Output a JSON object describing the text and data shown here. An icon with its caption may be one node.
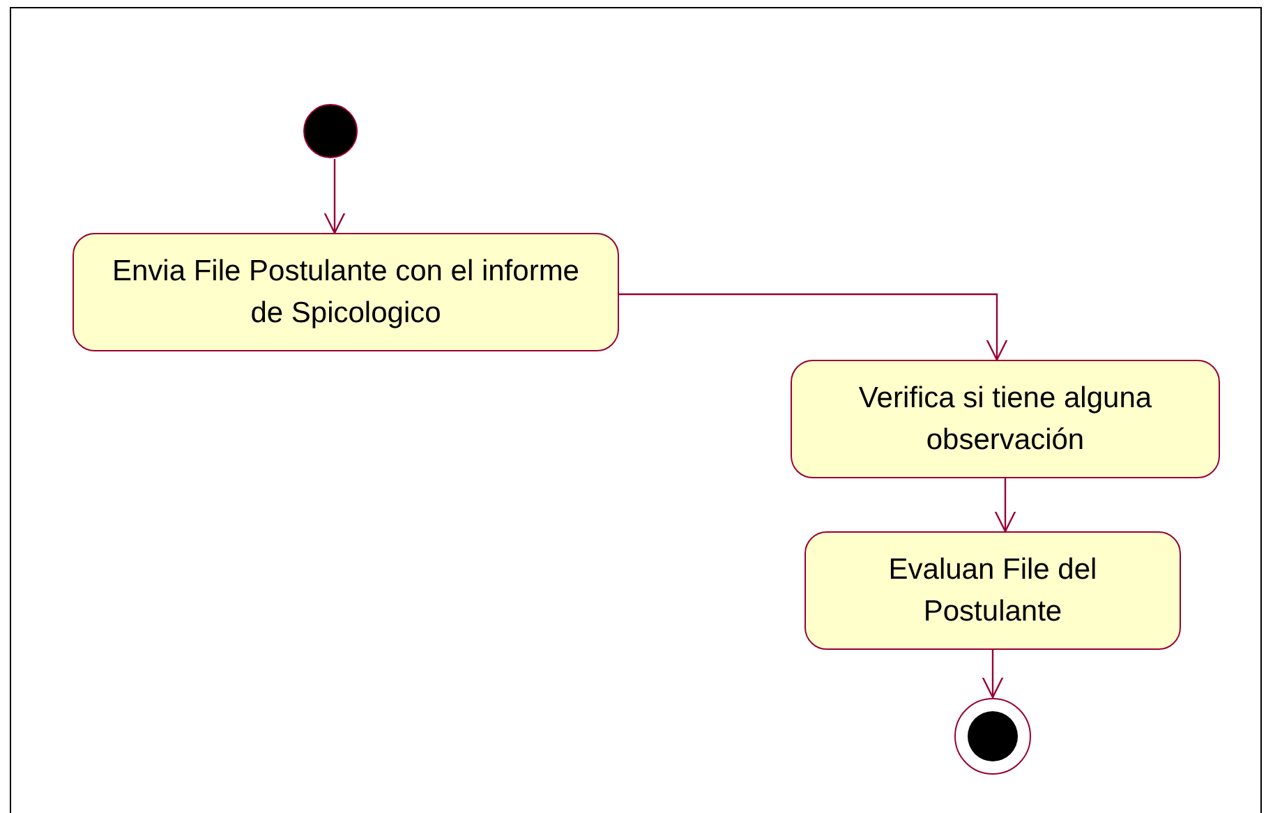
{
  "diagram": {
    "nodes": [
      {
        "text": [],
        "shape": "circle"
      },
      {
        "text": [
          "Envia File Postulante con el informe de Spicologico"
        ]
      },
      {
        "text": [
          "Verifica si tiene alguna observación"
        ]
      },
      {
        "text": [
          "Evaluan File del Postulante"
        ]
      },
      {
        "text": [],
        "shape": "circle"
      }
    ],
    "edges": [
      {
        "from": 0,
        "to": 1,
        "arrow": "to"
      },
      {
        "from": 1,
        "to": 2,
        "arrow": "to"
      },
      {
        "from": 2,
        "to": 3,
        "arrow": "to"
      },
      {
        "from": 3,
        "to": 4,
        "arrow": "to"
      }
    ]
  }
}
